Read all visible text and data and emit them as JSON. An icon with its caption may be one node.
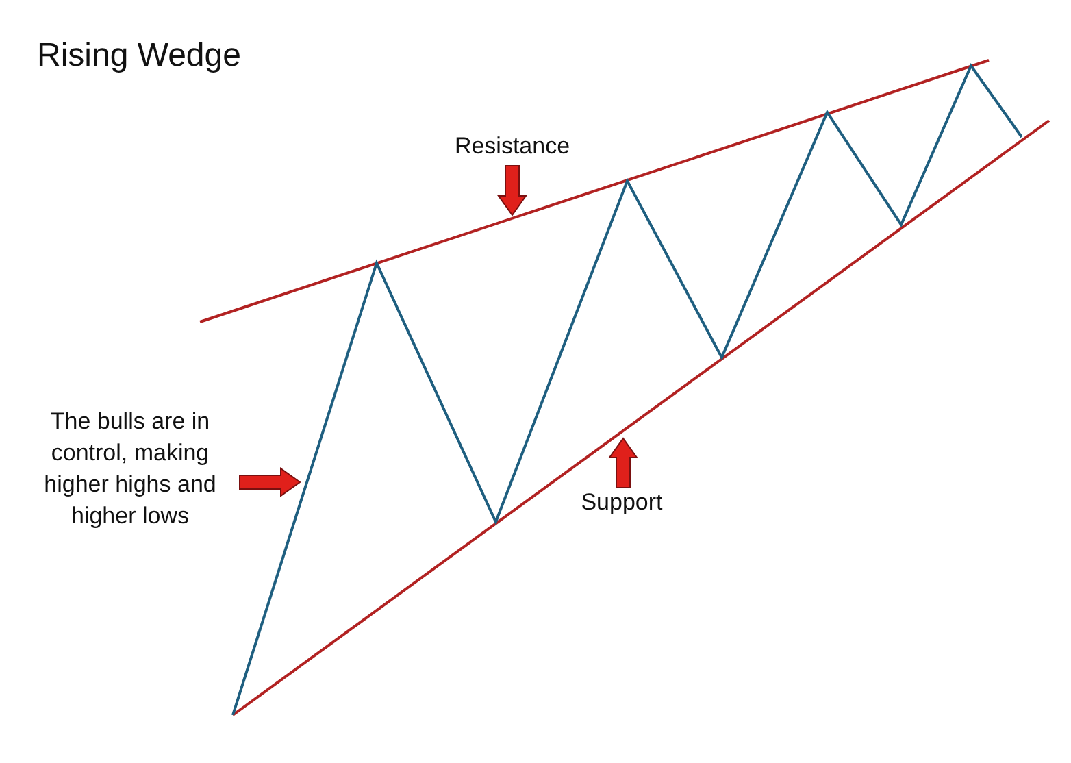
{
  "diagram": {
    "title": "Rising Wedge",
    "nodes": [
      {
        "text": [
          "Resistance"
        ]
      },
      {
        "text": [
          "Support"
        ]
      },
      {
        "text": [
          "The bulls are in control, making higher highs and higher lows"
        ]
      }
    ],
    "edges": [
      {
        "from": 0,
        "to": null,
        "arrow": "to"
      },
      {
        "from": 1,
        "to": null,
        "arrow": "to"
      },
      {
        "from": 2,
        "to": null,
        "arrow": "to"
      }
    ]
  }
}
